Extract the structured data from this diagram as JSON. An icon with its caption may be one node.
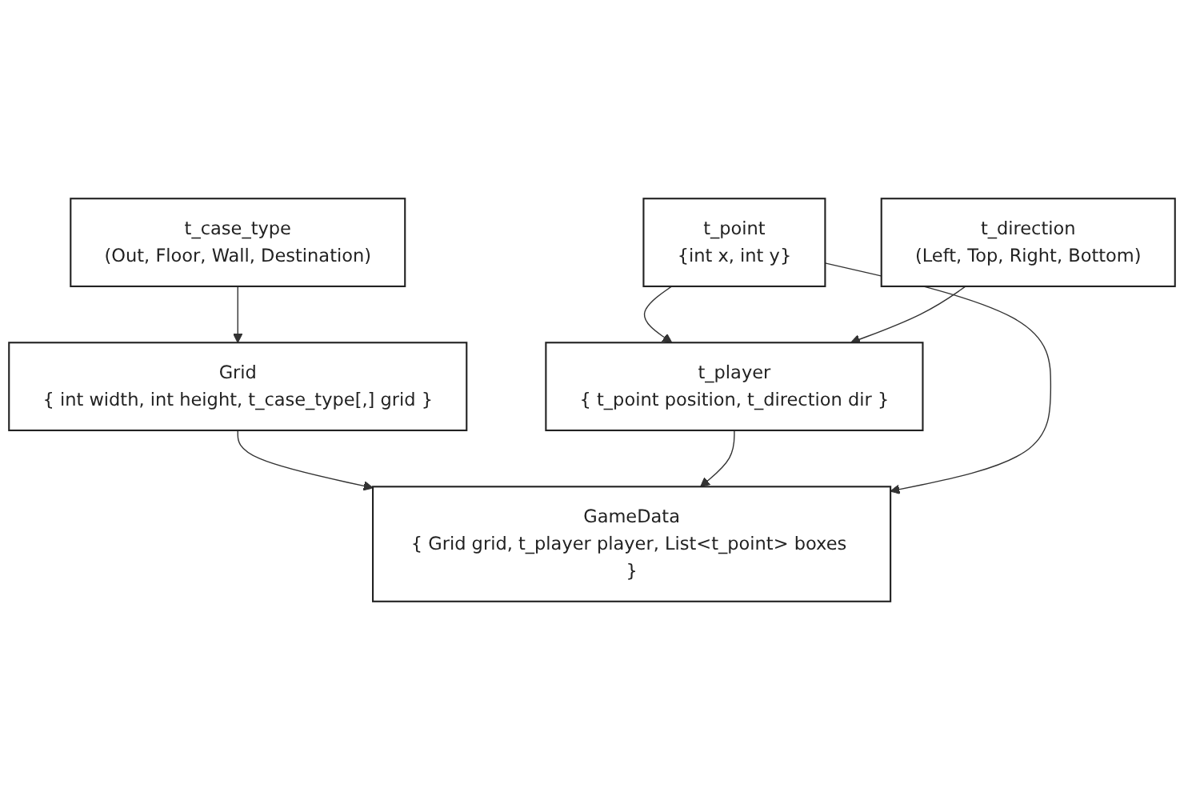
{
  "diagram": {
    "nodes": [
      {
        "text": [
          "t_point",
          "{int x, int y}"
        ]
      },
      {
        "text": [
          "t_direction",
          "(Left, Top, Right, Bottom)"
        ]
      },
      {
        "text": [
          "t_case_type",
          "(Out, Floor, Wall, Destination)"
        ]
      },
      {
        "text": [
          "t_player",
          "{ t_point position, t_direction dir }"
        ]
      },
      {
        "text": [
          "Grid",
          "{ int width, int height, t_case_type[,] grid }"
        ]
      },
      {
        "text": [
          "GameData",
          "{ Grid grid, t_player player, List<t_point> boxes }"
        ]
      }
    ],
    "edges": [
      {
        "from": 0,
        "to": 3,
        "arrow": "to"
      },
      {
        "from": 1,
        "to": 3,
        "arrow": "to"
      },
      {
        "from": 2,
        "to": 4,
        "arrow": "to"
      },
      {
        "from": 4,
        "to": 5,
        "arrow": "to"
      },
      {
        "from": 3,
        "to": 5,
        "arrow": "to"
      },
      {
        "from": 0,
        "to": 5,
        "arrow": "to"
      }
    ]
  }
}
